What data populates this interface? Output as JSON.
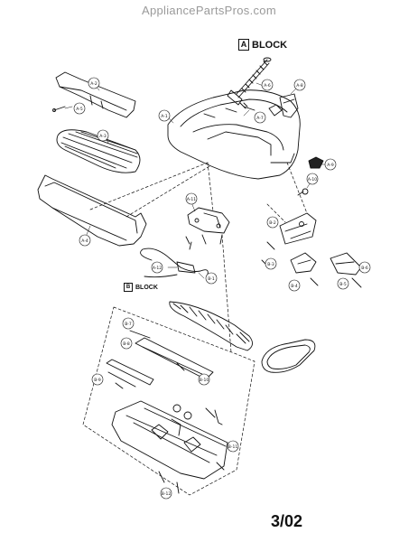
{
  "watermark": "AppliancePartsPros.com",
  "blocks": {
    "a": {
      "letter": "A",
      "text": "BLOCK"
    },
    "b": {
      "letter": "B",
      "text": "BLOCK"
    }
  },
  "page_number": "3/02",
  "callouts": {
    "a1": "A-1",
    "a2": "A-2",
    "a3": "A-3",
    "a4": "A-4",
    "a5": "A-5",
    "a6": "A-6",
    "a7": "A-7",
    "a8": "A-8",
    "a9": "A-9",
    "a10": "A-10",
    "a11": "A-11",
    "a12": "A-12",
    "b1": "B-1",
    "b2": "B-2",
    "b3": "B-3",
    "b4": "B-4",
    "b5": "B-5",
    "b6": "B-6",
    "b7": "B-7",
    "b8": "B-8",
    "b9": "B-9",
    "b10": "B-10",
    "b11": "B-11",
    "b12": "B-12"
  }
}
